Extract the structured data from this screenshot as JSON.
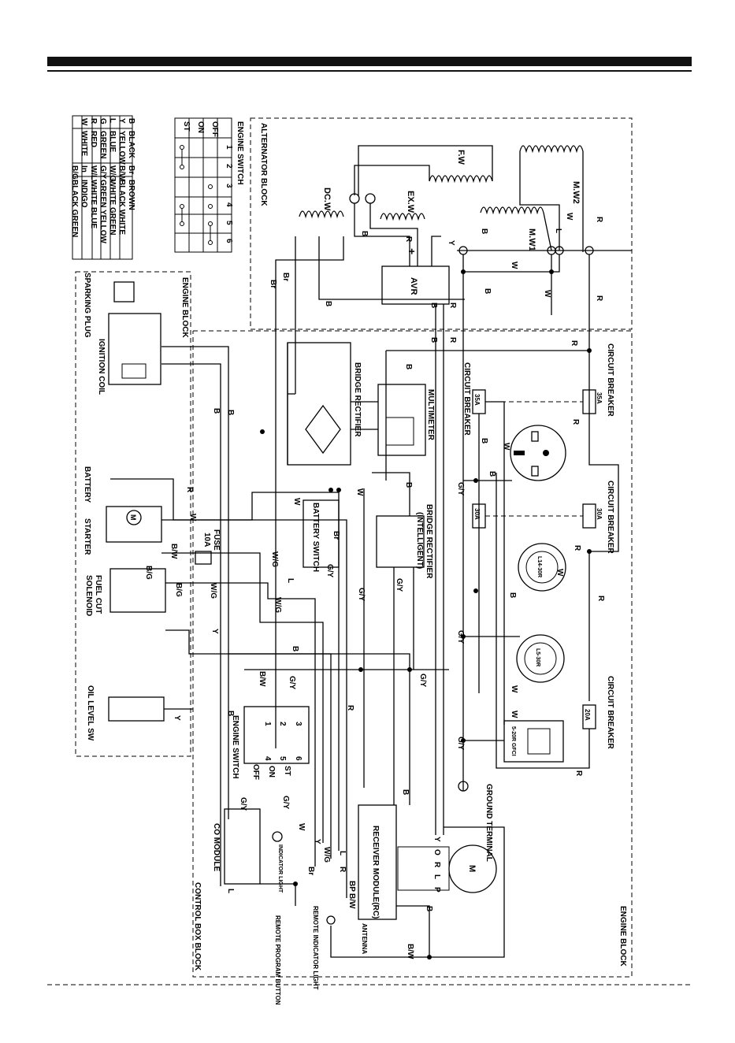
{
  "blocks": {
    "alternator": "ALTERNATOR BLOCK",
    "engine_left": "ENGINE BLOCK",
    "engine_right": "ENGINE BLOCK",
    "control_box": "CONTROL BOX BLOCK"
  },
  "legend": {
    "rows": [
      [
        "B",
        "BLACK",
        "Br",
        "BROWN"
      ],
      [
        "Y",
        "YELLOW",
        "B/W",
        "BLACK WHITE"
      ],
      [
        "L",
        "BLUE",
        "W/G",
        "WHITE GREEN"
      ],
      [
        "G",
        "GREEN",
        "G/Y",
        "GREEN YELLOW"
      ],
      [
        "R",
        "RED",
        "W/L",
        "WHITE BLUE"
      ],
      [
        "W",
        "WHITE",
        "In",
        "INDIGO"
      ],
      [
        "",
        "",
        "B/G",
        "BLACK GREEN"
      ]
    ]
  },
  "switch_table": {
    "title": "ENGINE SWITCH",
    "rows": [
      "OFF",
      "ON",
      "ST"
    ],
    "cols": [
      "1",
      "2",
      "3",
      "4",
      "5",
      "6"
    ]
  },
  "components": {
    "fw": "F.W",
    "mw2": "M.W2",
    "mw1": "M.W1",
    "exw": "EX.W",
    "dcw": "DC.W",
    "avr": "AVR",
    "bridge_rectifier": "BRIDGE RECTIFIER",
    "bridge_rectifier_intelligent": "BRIDGE RECTIFIER",
    "intelligent": "(INTELLIGENT)",
    "multimeter": "MULTIMETER",
    "circuit_breaker_1": "CIRCUIT BREAKER",
    "circuit_breaker_2": "CIRCUIT BREAKER",
    "circuit_breaker_3": "CIRCUIT BREAKER",
    "circuit_breaker_4": "CIRCUIT BREAKER",
    "cb_35a": "35A",
    "cb_30a_1": "30A",
    "cb_30a_2": "30A",
    "cb_20a": "20A",
    "cb_35a_b": "35A",
    "sparking_plug": "SPARKING PLUG",
    "ignition_coil": "IGNITION COIL",
    "battery": "BATTERY",
    "starter": "STARTER",
    "fuse": "FUSE",
    "fuse_rating": "10A",
    "fuel_cut": "FUEL CUT",
    "solenoid": "SOLENOID",
    "oil_level": "OIL LEVEL SW",
    "battery_switch": "BATTERY SWITCH",
    "engine_switch": "ENGINE SWITCH",
    "co_module": "CO MODULE",
    "indicator_light": "INDICATOR LIGHT",
    "receiver": "RECEIVER MODULE(RC)",
    "antenna": "ANTENNA",
    "remote_indicator": "REMOTE INDICATOR LIGHT",
    "remote_program": "REMOTE PROGRAM BUTTON",
    "ground_terminal": "GROUND TERMINAL",
    "motor": "M",
    "starter_motor": "M",
    "l14": "L14-30R",
    "l5": "L5-30R",
    "gfci": "5-20R GFCI",
    "sw_off": "OFF",
    "sw_on": "ON",
    "sw_st": "ST",
    "sw_1": "1",
    "sw_2": "2",
    "sw_3": "3",
    "sw_4": "4",
    "sw_5": "5",
    "sw_6": "6"
  },
  "wire_labels": {
    "R": "R",
    "B": "B",
    "W": "W",
    "Y": "Y",
    "L": "L",
    "Br": "Br",
    "GY": "G/Y",
    "BW": "B/W",
    "WG": "W/G",
    "BG": "B/G",
    "BP": "BP",
    "O": "O",
    "P": "P",
    "plus": "+"
  }
}
